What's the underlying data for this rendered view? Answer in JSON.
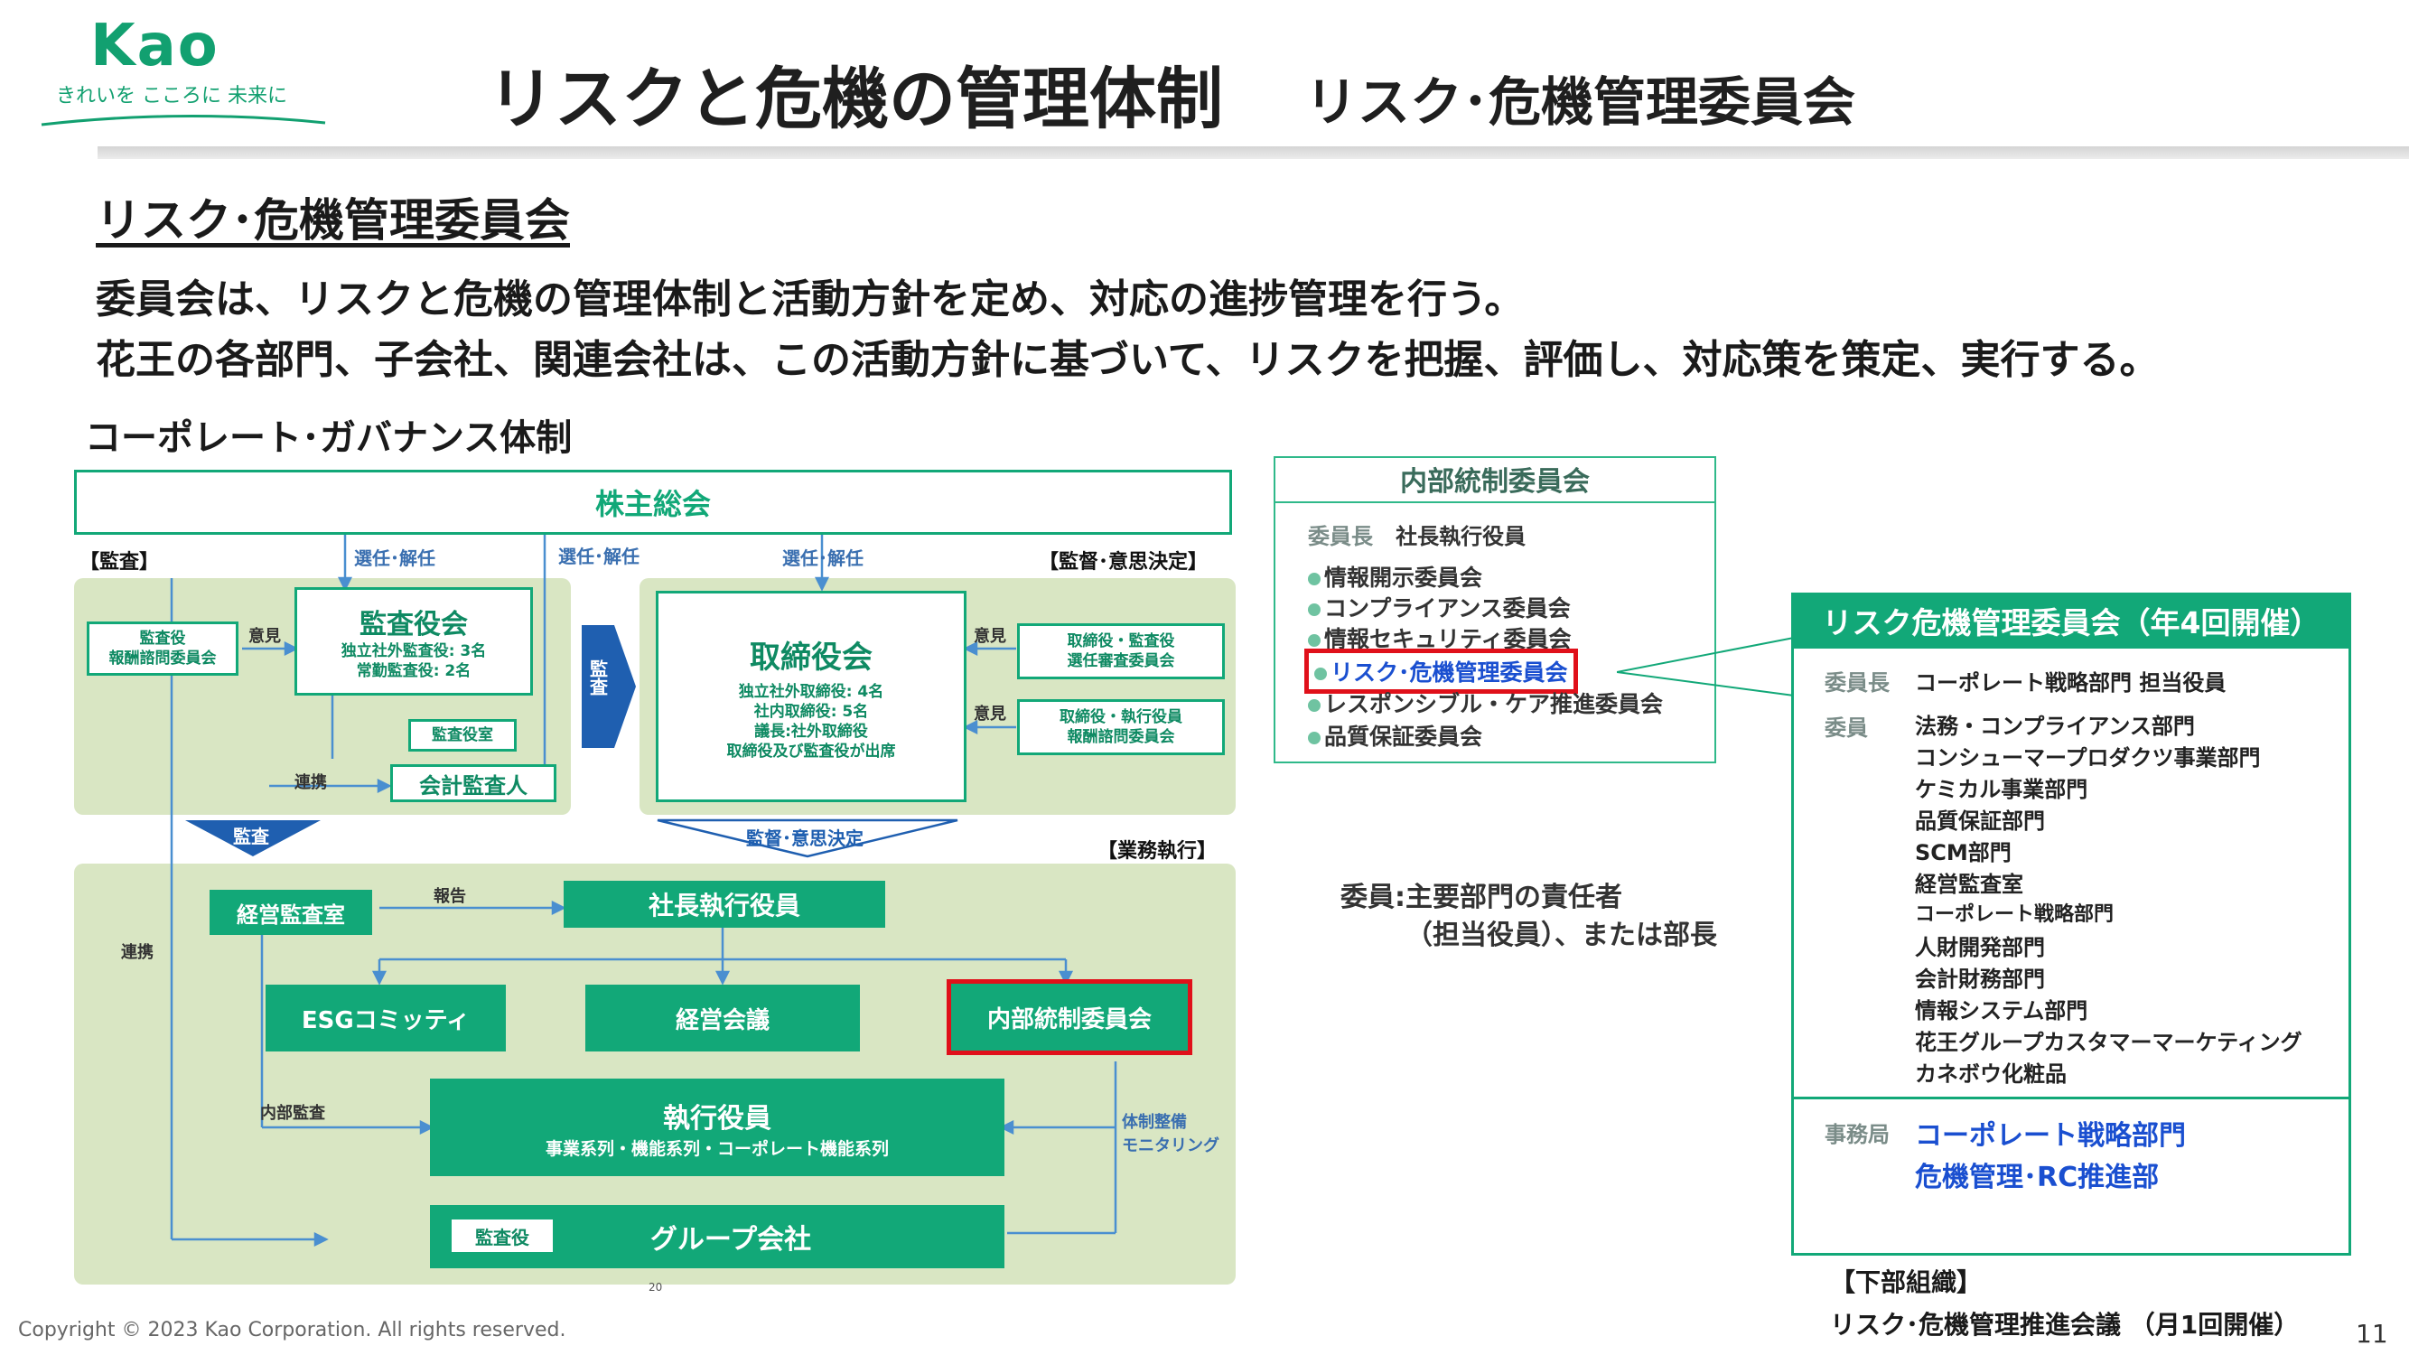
{
  "logo": {
    "word": "Kao",
    "tagline": "きれいを こころに 未来に"
  },
  "header": {
    "title": "リスクと危機の管理体制",
    "subtitle": "リスク･危機管理委員会"
  },
  "section": {
    "heading": "リスク･危機管理委員会",
    "desc_line1": "委員会は、リスクと危機の管理体制と活動方針を定め、対応の進捗管理を行う。",
    "desc_line2": "花王の各部門、子会社、関連会社は、この活動方針に基づいて、リスクを把握、評価し、対応策を策定、実行する。"
  },
  "governance": {
    "title": "コーポレート･ガバナンス体制",
    "shareholders": "株主総会",
    "label_audit": "【監査】",
    "label_supervision": "【監督･意思決定】",
    "label_execution": "【業務執行】",
    "appoint1": "選任･解任",
    "appoint2": "選任･解任",
    "appoint3": "選任･解任",
    "auditor_comp_committee": [
      "監査役",
      "報酬諮問委員会"
    ],
    "opinion1": "意見",
    "opinion2": "意見",
    "opinion3": "意見",
    "audit_board": {
      "title": "監査役会",
      "line1": "独立社外監査役: 3名",
      "line2": "常勤監査役: 2名"
    },
    "audit_office": "監査役室",
    "cooperation1": "連携",
    "accounting_auditor": "会計監査人",
    "audit_arrow": "監査",
    "board": {
      "title": "取締役会",
      "line1": "独立社外取締役: 4名",
      "line2": "社内取締役: 5名",
      "line3": "議長:社外取締役",
      "line4": "取締役及び監査役が出席"
    },
    "nomination_committee": [
      "取締役・監査役",
      "選任審査委員会"
    ],
    "compensation_committee": [
      "取締役・執行役員",
      "報酬諮問委員会"
    ],
    "audit_down": "監査",
    "supervision_down": "監督･意思決定",
    "internal_audit_dept": "経営監査室",
    "report": "報告",
    "president": "社長執行役員",
    "cooperation2": "連携",
    "esg": "ESGコミッティ",
    "management_meeting": "経営会議",
    "internal_control_committee": "内部統制委員会",
    "internal_audit": "内部監査",
    "executive_officers": {
      "title": "執行役員",
      "sub": "事業系列・機能系列・コーポレート機能系列"
    },
    "system_monitoring": [
      "体制整備",
      "モニタリング"
    ],
    "group_audit": "監査役",
    "group_companies": "グループ会社",
    "source_page": "20"
  },
  "internal_control": {
    "title": "内部統制委員会",
    "chair_label": "委員長",
    "chair": "社長執行役員",
    "items": [
      "情報開示委員会",
      "コンプライアンス委員会",
      "情報セキュリティ委員会",
      "リスク･危機管理委員会",
      "レスポンシブル・ケア推進委員会",
      "品質保証委員会"
    ],
    "highlighted_index": 3
  },
  "members_note": {
    "line1": "委員:主要部門の責任者",
    "line2": "（担当役員）、または部長"
  },
  "risk_committee": {
    "title": "リスク危機管理委員会（年4回開催）",
    "chair_label": "委員長",
    "chair": "コーポレート戦略部門 担当役員",
    "members_label": "委員",
    "members": [
      "法務・コンプライアンス部門",
      "コンシューマープロダクツ事業部門",
      "ケミカル事業部門",
      "品質保証部門",
      "SCM部門",
      "経営監査室",
      "コーポレート戦略部門",
      "人財開発部門",
      "会計財務部門",
      "情報システム部門",
      "花王グループカスタマーマーケティング",
      "カネボウ化粧品"
    ],
    "secretariat_label": "事務局",
    "secretariat": [
      "コーポレート戦略部門",
      "危機管理･RC推進部"
    ]
  },
  "sub_org": {
    "heading": "【下部組織】",
    "text": "リスク･危機管理推進会議 （月1回開催）"
  },
  "footer": {
    "copyright": "Copyright © 2023 Kao Corporation.  All  rights  reserved.",
    "page": "11"
  },
  "colors": {
    "brand": "#12a070",
    "teal": "#12a878",
    "panel": "#d9e6c3",
    "highlight": "#e0101a",
    "blue": "#1a4fd0"
  }
}
